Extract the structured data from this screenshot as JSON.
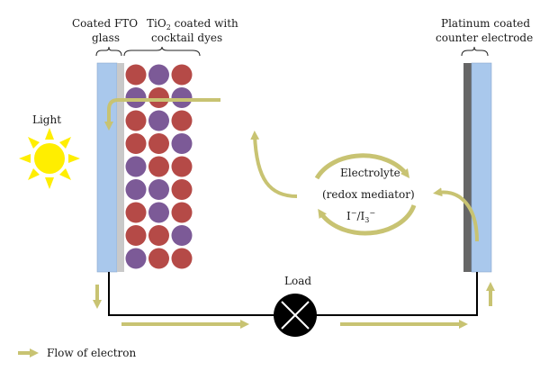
{
  "labels": {
    "fto_line1": "Coated FTO",
    "fto_line2": "glass",
    "tio2_prefix": "TiO",
    "tio2_sub": "2",
    "tio2_suffix": " coated with",
    "tio2_line2": "cocktail dyes",
    "pt_line1": "Platinum coated",
    "pt_line2": "counter electrode",
    "light": "Light",
    "electrolyte": "Electrolyte",
    "redox": "(redox mediator)",
    "iodide": "I",
    "iodide_sup": "−",
    "slash": "/I",
    "tri_sub": "3",
    "tri_sup": "−",
    "load": "Load",
    "legend": "Flow of electron"
  },
  "dye_grid": {
    "rows": [
      [
        "red",
        "purple",
        "red"
      ],
      [
        "purple",
        "red",
        "purple"
      ],
      [
        "red",
        "purple",
        "red"
      ],
      [
        "red",
        "red",
        "purple"
      ],
      [
        "purple",
        "red",
        "red"
      ],
      [
        "purple",
        "purple",
        "red"
      ],
      [
        "red",
        "purple",
        "red"
      ],
      [
        "red",
        "red",
        "purple"
      ],
      [
        "purple",
        "red",
        "red"
      ]
    ]
  },
  "colors": {
    "glass": "#a9c8ec",
    "fto_layer": "#c9c9c9",
    "pt_layer": "#666666",
    "dye_red": "#b54a47",
    "dye_purple": "#7c5a97",
    "arrow": "#c8c372",
    "sun": "#ffee00",
    "wire": "#000000"
  }
}
